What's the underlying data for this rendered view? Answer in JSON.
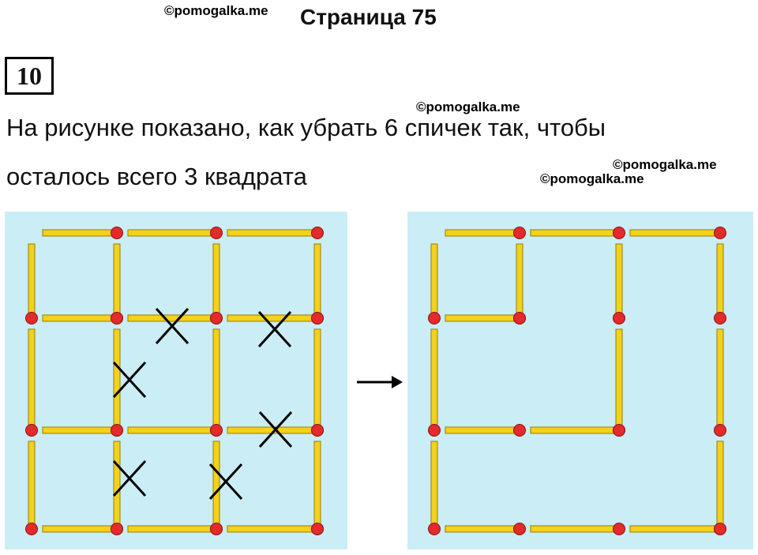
{
  "header": {
    "watermark": "©pomogalka.me",
    "title": "Страница 75"
  },
  "task": {
    "number": "10",
    "line1": "На рисунке показано, как убрать 6 спичек так, чтобы",
    "line2": "осталось всего 3 квадрата"
  },
  "watermarks": [
    "©pomogalka.me",
    "©pomogalka.me",
    "©pomogalka.me"
  ],
  "figure": {
    "arrow_icon": "right-arrow-icon",
    "colors": {
      "panel_bg": "#cbedf5",
      "match_stick": "#f2d21a",
      "match_outline": "#9a7a0b",
      "match_head": "#e32b2b",
      "cross": "#000000"
    },
    "left_grid": {
      "description_items": "3x3 grid of 24 matches",
      "crossed_out_count": 6
    },
    "right_grid": {
      "remaining_squares": 3
    }
  }
}
